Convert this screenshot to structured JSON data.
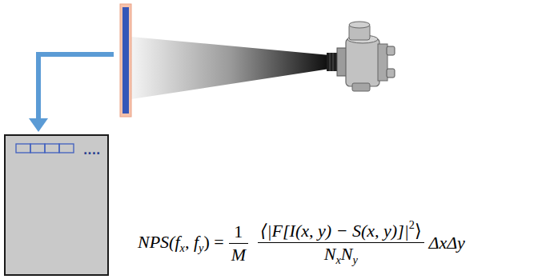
{
  "diagram": {
    "nodes": [
      {
        "text": [
          "...."
        ]
      }
    ],
    "labels": [
      "NPS(f",
      "x",
      ", f",
      "y",
      ") =",
      "1",
      "M",
      "⟨|F[I(x, y) − S(x, y)]|",
      "2",
      "⟩",
      "N",
      "x",
      "N",
      "y",
      "ΔxΔy"
    ]
  }
}
